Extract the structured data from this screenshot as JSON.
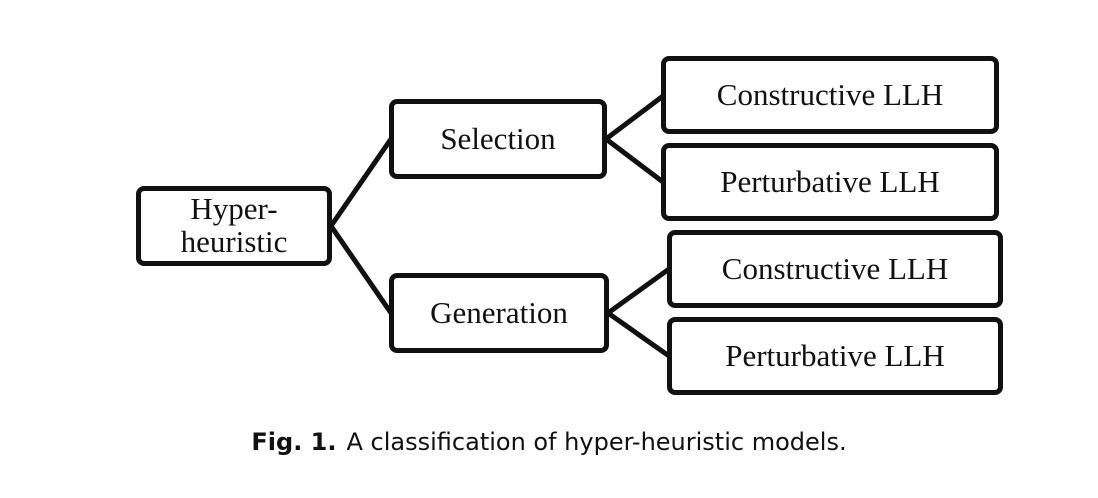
{
  "diagram": {
    "root": {
      "line1": "Hyper-",
      "line2": "heuristic"
    },
    "branches": [
      {
        "label": "Selection",
        "children": [
          "Constructive LLH",
          "Perturbative LLH"
        ]
      },
      {
        "label": "Generation",
        "children": [
          "Constructive LLH",
          "Perturbative LLH"
        ]
      }
    ]
  },
  "caption": {
    "label": "Fig. 1.",
    "text": "A classification of hyper-heuristic models."
  },
  "colors": {
    "stroke": "#111111",
    "background": "#ffffff"
  }
}
